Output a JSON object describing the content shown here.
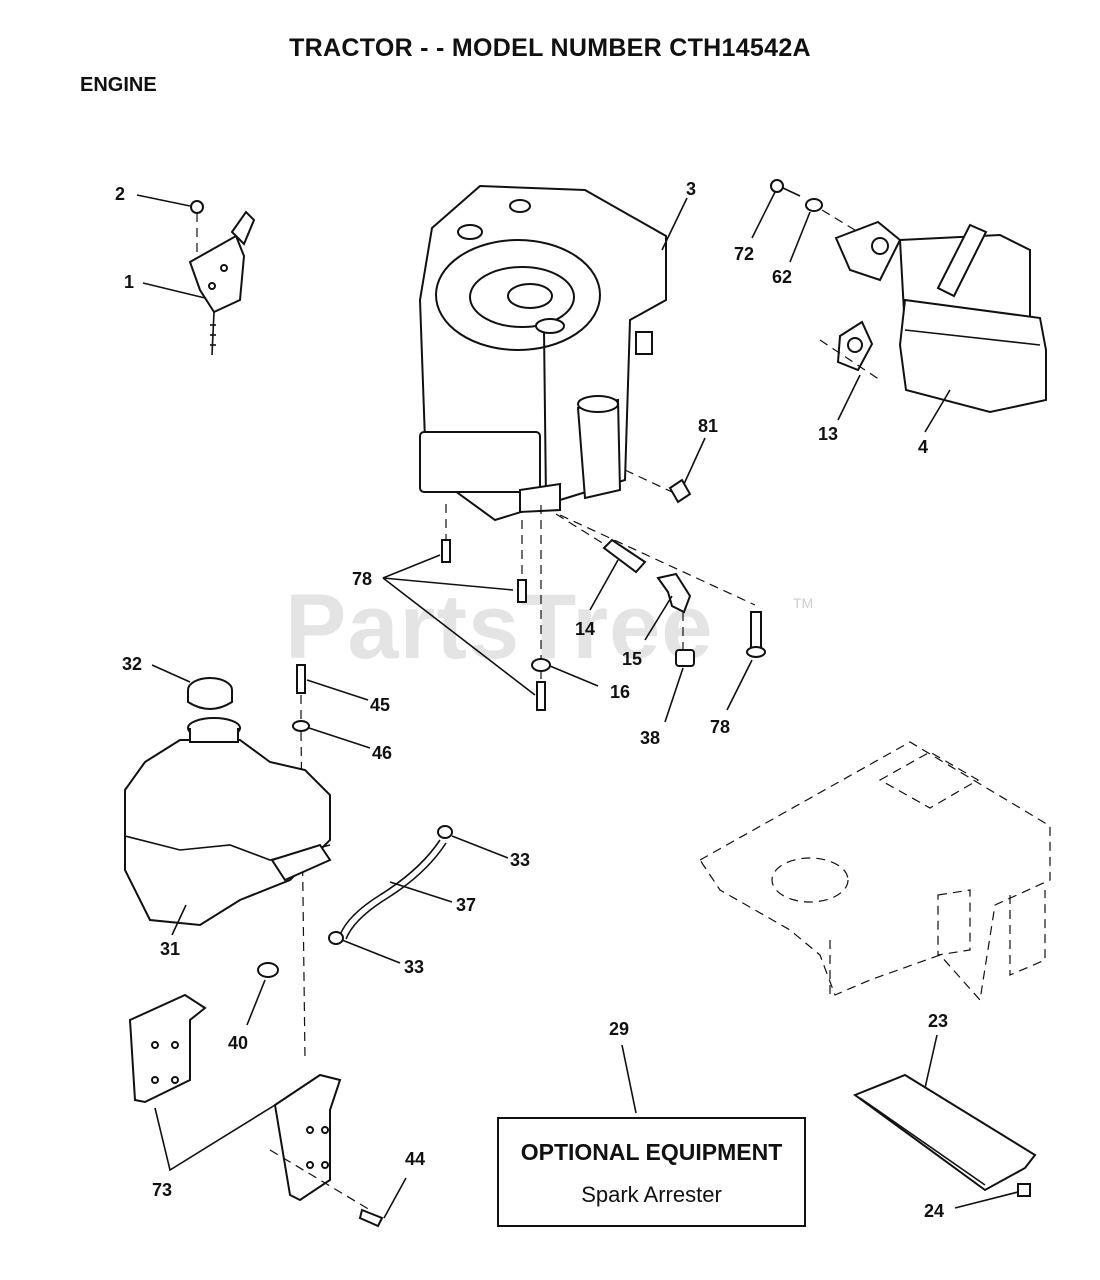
{
  "header": {
    "title": "TRACTOR - - MODEL NUMBER CTH14542A",
    "section": "ENGINE"
  },
  "watermark": {
    "text": "PartsTree",
    "tm": "TM"
  },
  "callouts": [
    {
      "id": "c1",
      "label": "1"
    },
    {
      "id": "c2",
      "label": "2"
    },
    {
      "id": "c3",
      "label": "3"
    },
    {
      "id": "c72",
      "label": "72"
    },
    {
      "id": "c62",
      "label": "62"
    },
    {
      "id": "c13",
      "label": "13"
    },
    {
      "id": "c4",
      "label": "4"
    },
    {
      "id": "c81",
      "label": "81"
    },
    {
      "id": "c78a",
      "label": "78"
    },
    {
      "id": "c14",
      "label": "14"
    },
    {
      "id": "c15",
      "label": "15"
    },
    {
      "id": "c16",
      "label": "16"
    },
    {
      "id": "c38",
      "label": "38"
    },
    {
      "id": "c78b",
      "label": "78"
    },
    {
      "id": "c32",
      "label": "32"
    },
    {
      "id": "c45",
      "label": "45"
    },
    {
      "id": "c46",
      "label": "46"
    },
    {
      "id": "c33a",
      "label": "33"
    },
    {
      "id": "c37",
      "label": "37"
    },
    {
      "id": "c33b",
      "label": "33"
    },
    {
      "id": "c31",
      "label": "31"
    },
    {
      "id": "c40",
      "label": "40"
    },
    {
      "id": "c73",
      "label": "73"
    },
    {
      "id": "c44",
      "label": "44"
    },
    {
      "id": "c29",
      "label": "29"
    },
    {
      "id": "c23",
      "label": "23"
    },
    {
      "id": "c24",
      "label": "24"
    }
  ],
  "optional_equipment": {
    "title": "OPTIONAL EQUIPMENT",
    "item": "Spark Arrester"
  }
}
